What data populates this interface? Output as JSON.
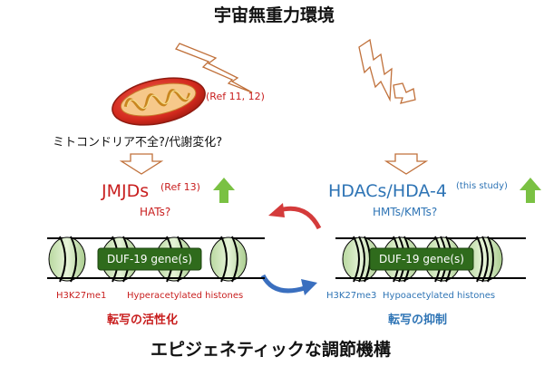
{
  "title_top": "宇宙無重力環境",
  "title_bottom": "エピジェネティックな調節機構",
  "mito_ref": "(Ref 11, 12)",
  "mito_text": "ミトコンドリア不全?/代謝変化?",
  "left": {
    "enzyme": "JMJDs",
    "ref": "(Ref 13)",
    "sub": "HATs?",
    "gene": "DUF-19 gene(s)",
    "mark": "H3K27me1",
    "histone": "Hyperacetylated histones",
    "result": "転写の活性化"
  },
  "right": {
    "enzyme": "HDACs/HDA-4",
    "ref": "(this study)",
    "sub": "HMTs/KMTs?",
    "gene": "DUF-19 gene(s)",
    "mark": "H3K27me3",
    "histone": "Hypoacetylated histones",
    "result": "転写の抑制"
  },
  "colors": {
    "red": "#c81e1e",
    "blue": "#2e74b5",
    "green_arrow": "#7ac143",
    "gene_box": "#2f6b1c",
    "nucleosome": "#d7ecc6",
    "arrow_outline": "#c0703a"
  }
}
